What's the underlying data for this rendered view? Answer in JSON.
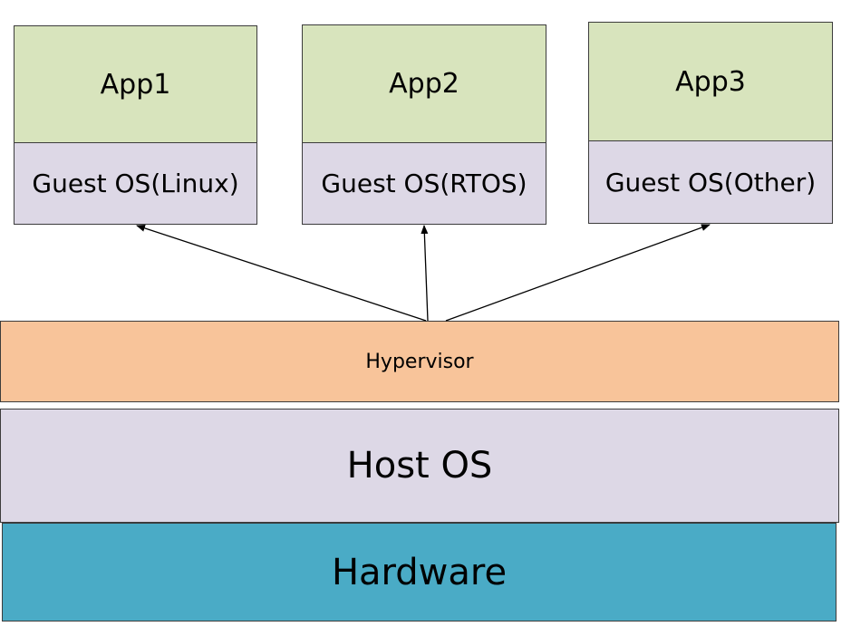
{
  "vms": [
    {
      "app": "App1",
      "guest_os": "Guest OS(Linux)"
    },
    {
      "app": "App2",
      "guest_os": "Guest OS(RTOS)"
    },
    {
      "app": "App3",
      "guest_os": "Guest OS(Other)"
    }
  ],
  "hypervisor": "Hypervisor",
  "host_os": "Host OS",
  "hardware": "Hardware",
  "colors": {
    "app": "#d8e4bd",
    "guest_os": "#ddd8e6",
    "hypervisor": "#f8c49a",
    "host_os": "#ddd8e6",
    "hardware": "#4aabc6"
  }
}
